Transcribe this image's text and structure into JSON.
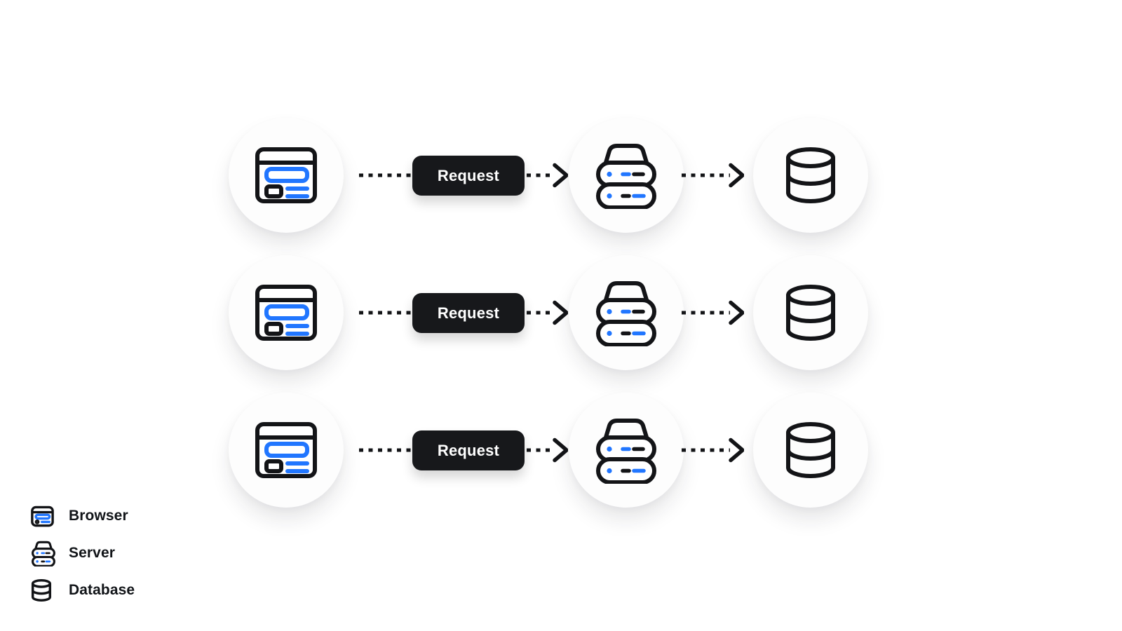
{
  "flow": {
    "rows": [
      {
        "source": "browser",
        "request_label": "Request",
        "middle": "server",
        "target": "database"
      },
      {
        "source": "browser",
        "request_label": "Request",
        "middle": "server",
        "target": "database"
      },
      {
        "source": "browser",
        "request_label": "Request",
        "middle": "server",
        "target": "database"
      }
    ]
  },
  "legend": {
    "items": [
      {
        "icon": "browser-icon",
        "label": "Browser"
      },
      {
        "icon": "server-icon",
        "label": "Server"
      },
      {
        "icon": "database-icon",
        "label": "Database"
      }
    ]
  },
  "colors": {
    "accent_blue": "#2176ff",
    "stroke_black": "#131417",
    "button_background": "#17181b",
    "button_text": "#ffffff",
    "node_circle_fill": "#fdfdfd",
    "page_background": "#ffffff"
  }
}
